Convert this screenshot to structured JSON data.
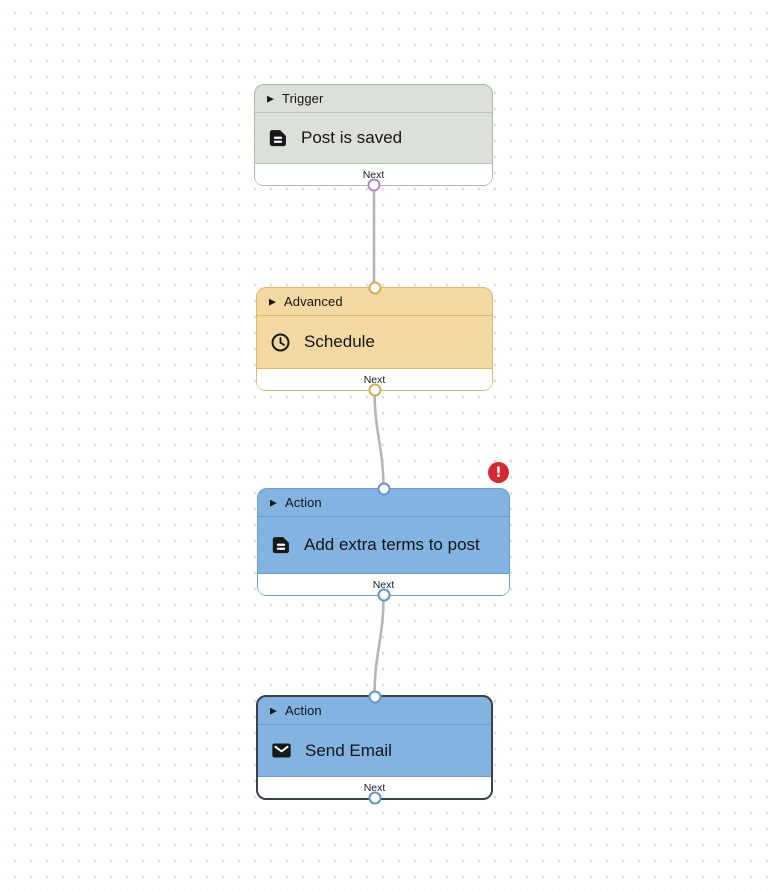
{
  "canvas": {
    "background_color": "#ffffff",
    "dot_color": "#dadada",
    "edge_color": "#b6b6ba"
  },
  "ui": {
    "collapse_arrow_glyph": "▶"
  },
  "nodes": [
    {
      "category": "Trigger",
      "title": "Post is saved",
      "icon": "document-icon",
      "footer_label": "Next",
      "selected": false,
      "colors": {
        "fill": "#dbe0d8",
        "border": "#aeb6ac",
        "divider": "#bdc4bb",
        "port": "#b287c5"
      }
    },
    {
      "category": "Advanced",
      "title": "Schedule",
      "icon": "clock-icon",
      "footer_label": "Next",
      "selected": false,
      "colors": {
        "fill": "#f4d8a1",
        "border": "#e0b96f",
        "divider": "#e0b96f",
        "port": "#d5ab58"
      }
    },
    {
      "category": "Action",
      "title": "Add extra terms to post",
      "icon": "document-icon",
      "footer_label": "Next",
      "selected": false,
      "error": {
        "glyph": "!",
        "color": "#d7282f"
      },
      "colors": {
        "fill": "#82b3e1",
        "border": "#6b9dcb",
        "divider": "#6b9dcb",
        "port": "#5f97c8"
      }
    },
    {
      "category": "Action",
      "title": "Send Email",
      "icon": "email-icon",
      "footer_label": "Next",
      "selected": true,
      "colors": {
        "fill": "#82b3e1",
        "border": "#3b414b",
        "divider": "#6b9dcb",
        "port": "#5f97c8"
      }
    }
  ]
}
